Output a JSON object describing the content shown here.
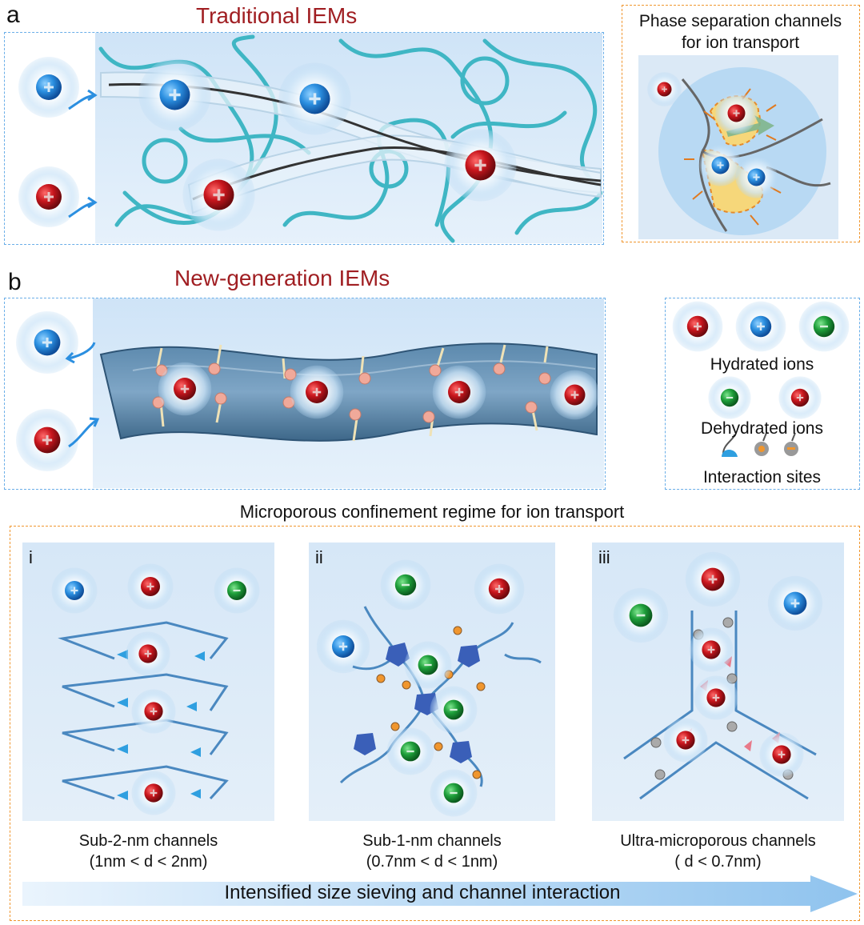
{
  "panel_a": {
    "letter": "a",
    "title": "Traditional IEMs",
    "inset_title_line1": "Phase separation channels",
    "inset_title_line2": "for ion transport"
  },
  "panel_b": {
    "letter": "b",
    "title": "New-generation IEMs",
    "legend": {
      "hydrated": "Hydrated ions",
      "dehydrated": "Dehydrated ions",
      "sites": "Interaction sites"
    }
  },
  "regime": {
    "title": "Microporous confinement regime for ion transport",
    "panels": [
      {
        "numeral": "i",
        "caption": "Sub-2-nm channels",
        "range": "(1nm < d < 2nm)"
      },
      {
        "numeral": "ii",
        "caption": "Sub-1-nm channels",
        "range": "(0.7nm < d < 1nm)"
      },
      {
        "numeral": "iii",
        "caption": "Ultra-microporous channels",
        "range": "( d < 0.7nm)"
      }
    ],
    "arrow_text": "Intensified size sieving and channel interaction"
  },
  "colors": {
    "cation_red": "#c8161d",
    "cation_blue": "#2b8fe0",
    "anion_green": "#1e9e3a",
    "channel_title_red": "#a01e22",
    "teal_polymer": "#3fb6c4",
    "frame_blue": "#6aaee8",
    "frame_orange": "#f0962e"
  }
}
